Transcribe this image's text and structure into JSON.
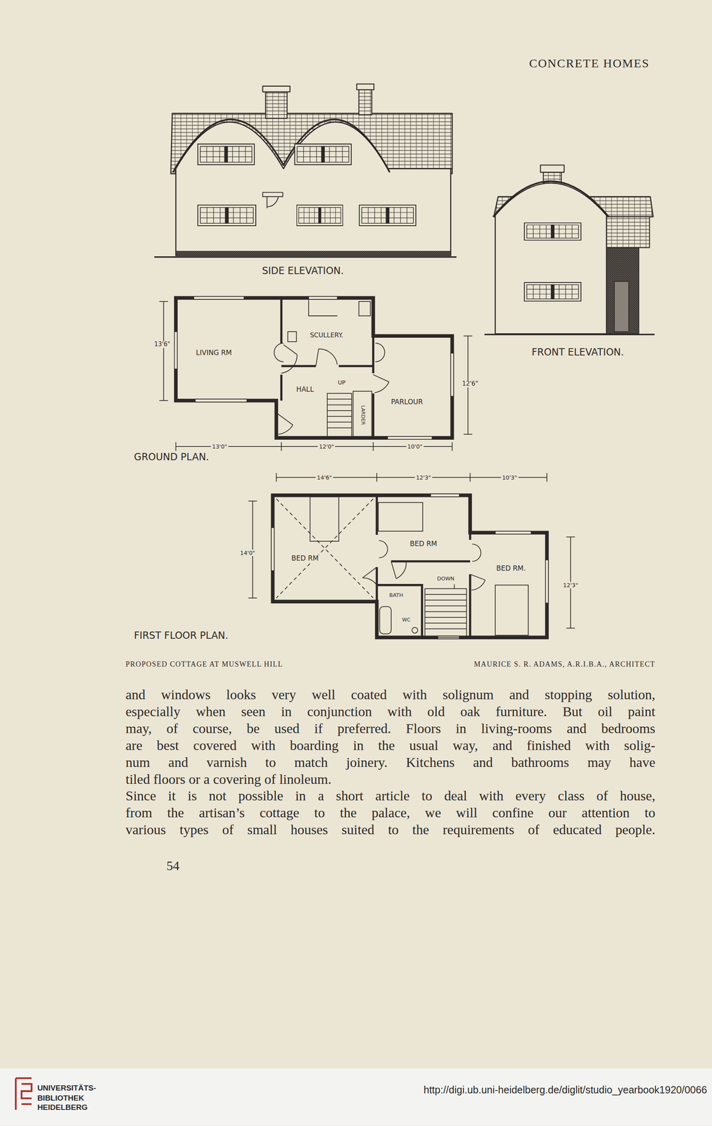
{
  "diagram": {
    "caption": "PROPOSED COTTAGE AT MUSWELL HILL",
    "labels": [
      "CONCRETE HOMES",
      "SIDE ELEVATION.",
      "FRONT ELEVATION.",
      "13'6\"",
      "LIVING RM",
      "SCULLERY.",
      "HALL",
      "UP",
      "LARDER",
      "PARLOUR",
      "12'6\"",
      "13'0\"",
      "12'0\"",
      "10'0\"",
      "GROUND PLAN.",
      "14'6\"",
      "12'3\"",
      "10'3\"",
      "14'0\"",
      "BED RM",
      "BED RM",
      "BED RM.",
      "DOWN",
      "BATH",
      "WC",
      "12'3\"",
      "FIRST FLOOR PLAN.",
      "MAURICE S. R. ADAMS, A.R.I.B.A., ARCHITECT",
      "and windows looks very well coated with solignum and stopping solution,",
      "especially when seen in conjunction with old oak furniture. But oil paint",
      "may, of course, be used if preferred. Floors in living-rooms and bedrooms",
      "are best covered with boarding in the usual way, and finished with solig-",
      "num and varnish to match joinery. Kitchens and bathrooms may have",
      "tiled floors or a covering of linoleum.",
      "Since it is not possible in a short article to deal with every class of house,",
      "from the artisan’s cottage to the palace, we will confine our attention to",
      "various types of small houses suited to the requirements of educated people.",
      "54",
      "UNIVERSITÄTS-",
      "BIBLIOTHEK",
      "HEIDELBERG",
      "http://digi.ub.uni-heidelberg.de/diglit/studio_yearbook1920/0066"
    ]
  }
}
